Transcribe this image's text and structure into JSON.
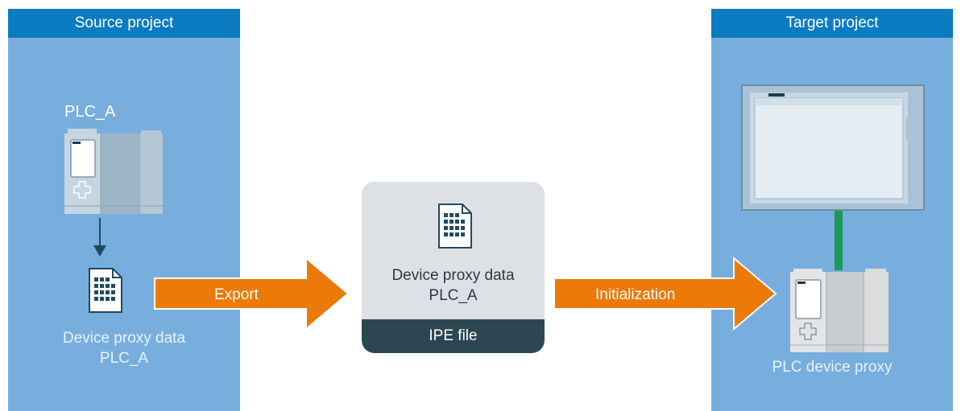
{
  "source": {
    "header": "Source project",
    "plc_label": "PLC_A",
    "proxy_line1": "Device proxy data",
    "proxy_line2": "PLC_A"
  },
  "export_arrow": {
    "label": "Export"
  },
  "ipe": {
    "line1": "Device proxy data",
    "line2": "PLC_A",
    "footer": "IPE file"
  },
  "init_arrow": {
    "label": "Initialization"
  },
  "target": {
    "header": "Target project",
    "proxy_label": "PLC device proxy"
  },
  "colors": {
    "panel": "#77aede",
    "header": "#0b7bc2",
    "arrow": "#ec7a08",
    "ipe_box": "#dde1e6",
    "ipe_footer": "#2c4752",
    "connection": "#1a9a54"
  }
}
